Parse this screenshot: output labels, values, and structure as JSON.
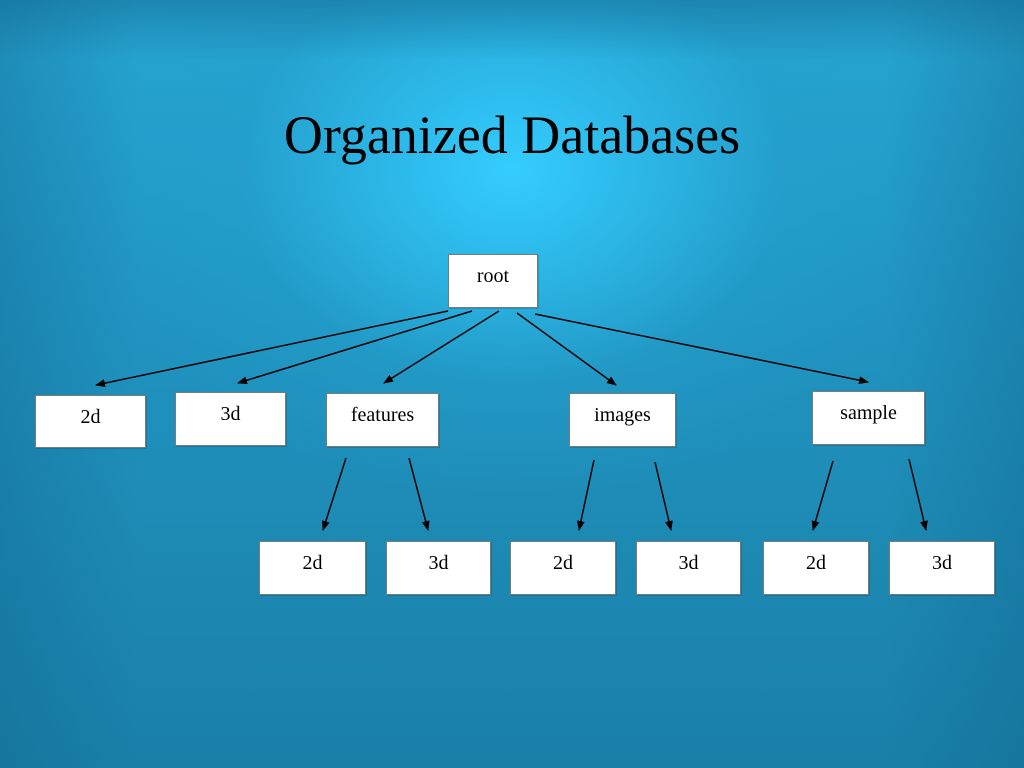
{
  "slide": {
    "title": "Organized Databases"
  },
  "diagram": {
    "nodes": {
      "root": "root",
      "l1_2d": "2d",
      "l1_3d": "3d",
      "features": "features",
      "images": "images",
      "sample": "sample",
      "features_2d": "2d",
      "features_3d": "3d",
      "images_2d": "2d",
      "images_3d": "3d",
      "sample_2d": "2d",
      "sample_3d": "3d"
    },
    "edges": [
      [
        "root",
        "l1_2d"
      ],
      [
        "root",
        "l1_3d"
      ],
      [
        "root",
        "features"
      ],
      [
        "root",
        "images"
      ],
      [
        "root",
        "sample"
      ],
      [
        "features",
        "features_2d"
      ],
      [
        "features",
        "features_3d"
      ],
      [
        "images",
        "images_2d"
      ],
      [
        "images",
        "images_3d"
      ],
      [
        "sample",
        "sample_2d"
      ],
      [
        "sample",
        "sample_3d"
      ]
    ]
  },
  "colors": {
    "background": "#1f8aaf",
    "highlight": "#34cdff",
    "box": "#ffffff",
    "line": "#000000"
  }
}
